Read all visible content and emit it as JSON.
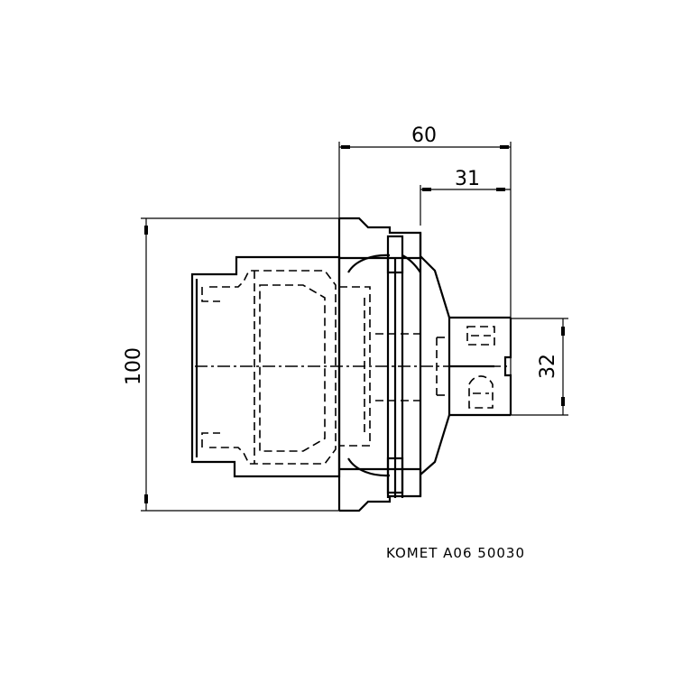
{
  "drawing": {
    "dimensions": {
      "overall_length": "60",
      "flange_to_end": "31",
      "overall_diameter": "100",
      "shank_diameter": "32"
    },
    "caption": "KOMET A06 50030"
  }
}
